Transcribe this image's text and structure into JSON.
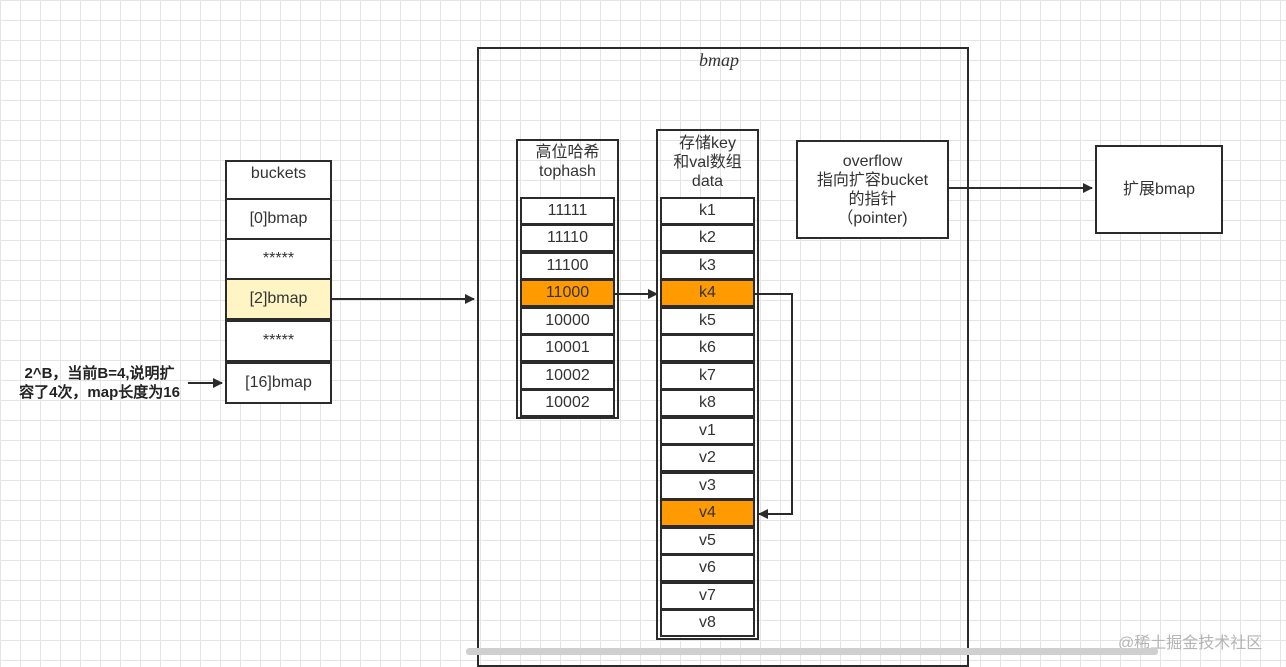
{
  "bmap_title": "bmap",
  "buckets": {
    "header": "buckets",
    "items": [
      "[0]bmap",
      "*****",
      "[2]bmap",
      "*****",
      "[16]bmap"
    ]
  },
  "tophash": {
    "header": "高位哈希\ntophash",
    "values": [
      "11111",
      "11110",
      "11100",
      "11000",
      "10000",
      "10001",
      "10002",
      "10002"
    ]
  },
  "data": {
    "header": "存储key\n和val数组\ndata",
    "values": [
      "k1",
      "k2",
      "k3",
      "k4",
      "k5",
      "k6",
      "k7",
      "k8",
      "v1",
      "v2",
      "v3",
      "v4",
      "v5",
      "v6",
      "v7",
      "v8"
    ]
  },
  "overflow": {
    "label": "overflow\n指向扩容bucket\n的指针\n（pointer)"
  },
  "ext_bmap": {
    "label": "扩展bmap"
  },
  "note": {
    "text": "2^B，当前B=4,说明扩\n容了4次，map长度为16"
  },
  "watermark": "@稀土掘金技术社区",
  "colors": {
    "highlight_orange": "#ff9a00",
    "highlight_yellow": "#fff5c4"
  }
}
